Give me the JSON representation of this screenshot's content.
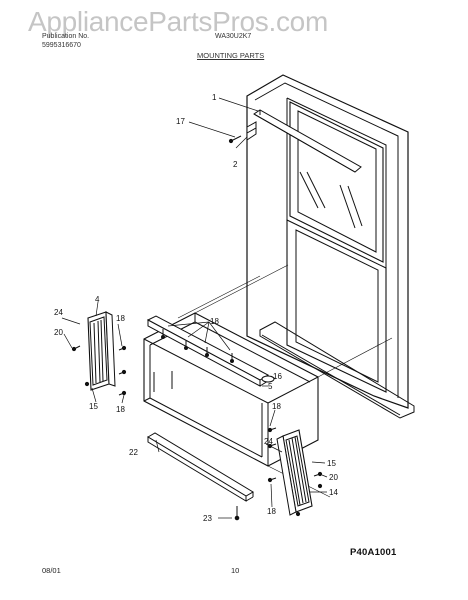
{
  "watermark": "AppliancePartsPros.com",
  "header": {
    "publication_label": "Publication No.",
    "publication_number": "5995316670",
    "model": "WA30U2K7",
    "section_title": "MOUNTING PARTS"
  },
  "callouts": {
    "c1": "1",
    "c17": "17",
    "c2": "2",
    "c24a": "24",
    "c4": "4",
    "c20a": "20",
    "c18a": "18",
    "c15a": "15",
    "c18b": "18",
    "c18c": "18",
    "c16": "16",
    "c5": "5",
    "c18d": "18",
    "c24b": "24",
    "c15b": "15",
    "c20b": "20",
    "c14": "14",
    "c22": "22",
    "c23": "23",
    "c18e": "18"
  },
  "diagram_code": "P40A1001",
  "footer": {
    "date": "08/01",
    "page": "10"
  },
  "colors": {
    "line": "#111111",
    "watermark": "#969696"
  }
}
